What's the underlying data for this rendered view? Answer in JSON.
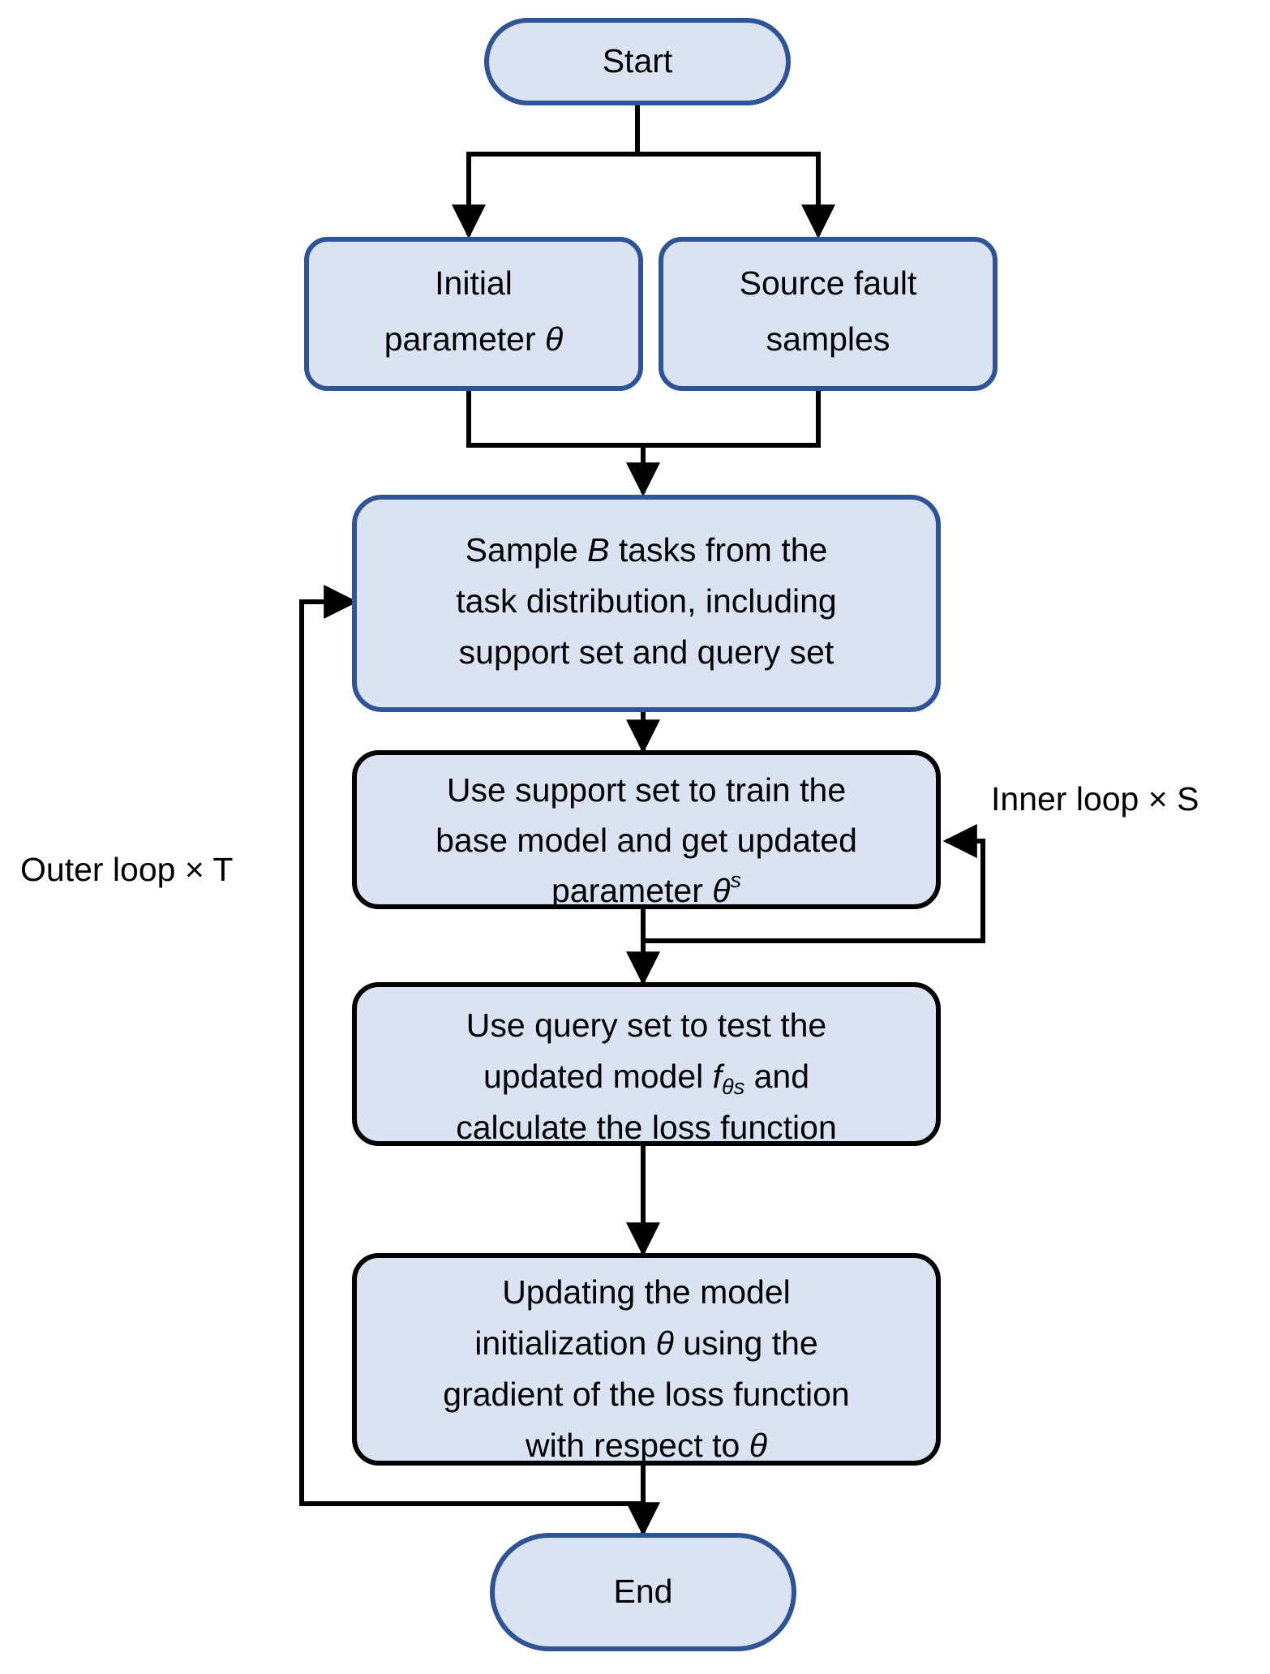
{
  "diagram": {
    "title": "Meta-learning MAML training flowchart",
    "colors": {
      "node_fill": "#dbe3f3",
      "terminal_stroke": "#2e5496",
      "process_stroke": "#000000",
      "connector": "#000000",
      "background": "#ffffff"
    },
    "nodes": [
      {
        "id": "start",
        "shape": "stadium",
        "label": "Start",
        "lines": [
          "Start"
        ]
      },
      {
        "id": "initial-parameter",
        "shape": "rounded-rect",
        "label": "Initial parameter theta",
        "lines": [
          "Initial",
          "parameter θ"
        ]
      },
      {
        "id": "source-fault-samples",
        "shape": "rounded-rect",
        "label": "Source fault samples",
        "lines": [
          "Source fault",
          "samples"
        ]
      },
      {
        "id": "sample-tasks",
        "shape": "rounded-rect",
        "label": "Sample B tasks from the task distribution, including support set and query set",
        "lines": [
          "Sample B tasks from the",
          "task distribution, including",
          "support set and query set"
        ]
      },
      {
        "id": "train-support",
        "shape": "rounded-rect",
        "label": "Use support set to train the base model and get updated parameter theta^s",
        "lines": [
          "Use support set to train the",
          "base model and get updated",
          "parameter θˢ"
        ]
      },
      {
        "id": "test-query",
        "shape": "rounded-rect",
        "label": "Use query set to test the updated model f theta s and calculate the loss function",
        "lines": [
          "Use query set to test the",
          "updated model fθˢ and",
          "calculate the loss function"
        ]
      },
      {
        "id": "update-model",
        "shape": "rounded-rect",
        "label": "Updating the model initialization theta using the gradient of the loss function with respect to theta",
        "lines": [
          "Updating the model",
          "initialization θ using the",
          "gradient of the loss function",
          "with respect to θ"
        ]
      },
      {
        "id": "end",
        "shape": "stadium",
        "label": "End",
        "lines": [
          "End"
        ]
      }
    ],
    "labels": {
      "outer_loop": "Outer loop × T",
      "inner_loop": "Inner loop × S"
    },
    "text": {
      "start": "Start",
      "end": "End",
      "initial_line1": "Initial",
      "initial_line2_pre": "parameter ",
      "initial_line2_theta": "θ",
      "source_line1": "Source fault",
      "source_line2": "samples",
      "sample_line1_a": "Sample ",
      "sample_line1_b": "B",
      "sample_line1_c": " tasks from the",
      "sample_line2": "task distribution, including",
      "sample_line3": "support set and query set",
      "support_line1": "Use support set to train the",
      "support_line2": "base model and get updated",
      "support_line3_pre": "parameter ",
      "support_line3_theta": "θ",
      "support_line3_sup": "s",
      "query_line1": "Use query set to test the",
      "query_line2_pre": "updated model ",
      "query_line2_f": "f",
      "query_line2_theta": "θ",
      "query_line2_s": "s",
      "query_line2_post": " and",
      "query_line3": "calculate the loss function",
      "update_line1": "Updating the model",
      "update_line2_pre": "initialization ",
      "update_line2_theta": "θ",
      "update_line2_post": " using the",
      "update_line3": "gradient of the loss function",
      "update_line4_pre": "with respect to ",
      "update_line4_theta": "θ",
      "outer_loop_label": "Outer loop × T",
      "inner_loop_label": "Inner loop × S"
    },
    "edges": [
      {
        "from": "start",
        "to": "initial-parameter",
        "type": "fork-left"
      },
      {
        "from": "start",
        "to": "source-fault-samples",
        "type": "fork-right"
      },
      {
        "from": "initial-parameter",
        "to": "sample-tasks",
        "type": "merge"
      },
      {
        "from": "source-fault-samples",
        "to": "sample-tasks",
        "type": "merge"
      },
      {
        "from": "sample-tasks",
        "to": "train-support",
        "type": "straight"
      },
      {
        "from": "train-support",
        "to": "test-query",
        "type": "straight"
      },
      {
        "from": "test-query",
        "to": "update-model",
        "type": "straight"
      },
      {
        "from": "update-model",
        "to": "end",
        "type": "straight"
      },
      {
        "from": "train-support",
        "to": "train-support",
        "type": "inner-loop-right"
      },
      {
        "from": "update-model",
        "to": "sample-tasks",
        "type": "outer-loop-left"
      }
    ]
  }
}
